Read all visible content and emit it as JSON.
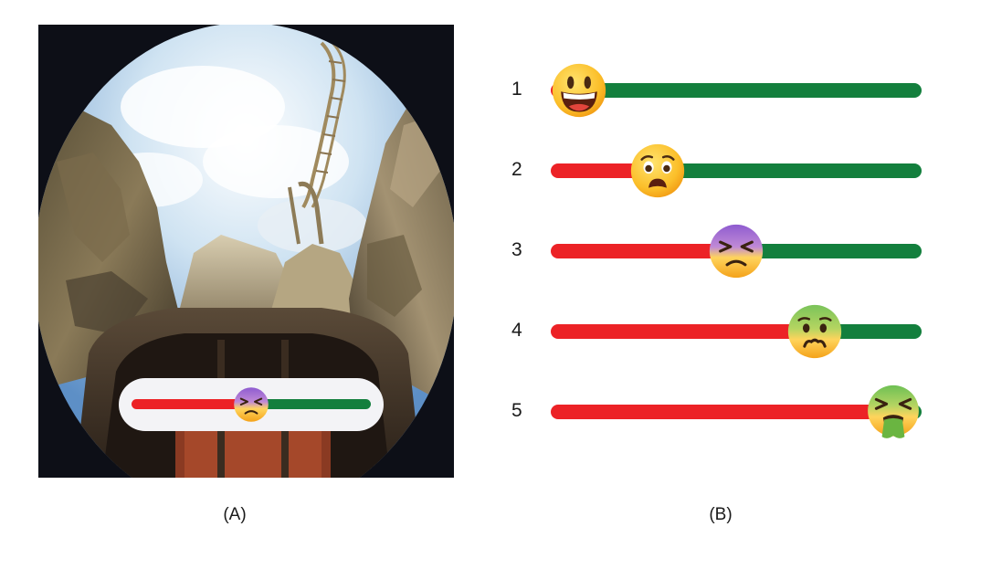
{
  "panel_a": {
    "caption": "(A)",
    "overlay_scale": {
      "level": 3,
      "emoji": "dizzy-nauseous-face-icon"
    }
  },
  "panel_b": {
    "caption": "(B)",
    "scale": [
      {
        "number": "1",
        "level": 1,
        "emoji": "grinning-face-icon"
      },
      {
        "number": "2",
        "level": 2,
        "emoji": "worried-face-icon"
      },
      {
        "number": "3",
        "level": 3,
        "emoji": "dizzy-nauseous-face-icon"
      },
      {
        "number": "4",
        "level": 4,
        "emoji": "sick-face-icon"
      },
      {
        "number": "5",
        "level": 5,
        "emoji": "vomiting-face-icon"
      }
    ],
    "max_level": 5
  },
  "colors": {
    "discomfort": "#ec2226",
    "comfort": "#137f3d",
    "overlay_background": "#f3f3f6"
  }
}
